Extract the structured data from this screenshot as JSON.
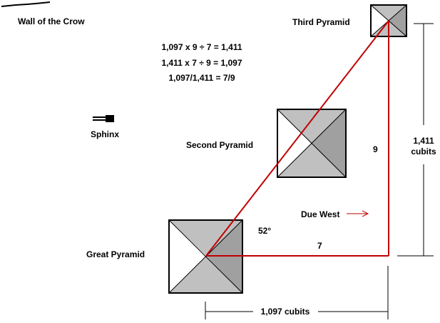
{
  "colors": {
    "red_line": "#c00000",
    "face_light": "#c0c0c0",
    "face_dark": "#a0a0a0",
    "face_white": "#ffffff",
    "outline": "#000000"
  },
  "labels": {
    "wall_of_the_crow": "Wall of the Crow",
    "sphinx": "Sphinx",
    "third_pyramid": "Third Pyramid",
    "second_pyramid": "Second Pyramid",
    "great_pyramid": "Great Pyramid",
    "due_west": "Due West",
    "angle": "52°",
    "side_nine": "9",
    "side_seven": "7",
    "height_value": "1,411",
    "height_unit": "cubits",
    "width_dimension": "1,097 cubits"
  },
  "equations": [
    "1,097 x 9 ÷ 7 = 1,411",
    "1,411 x 7 ÷ 9 = 1,097",
    "1,097/1,411 = 7/9"
  ]
}
